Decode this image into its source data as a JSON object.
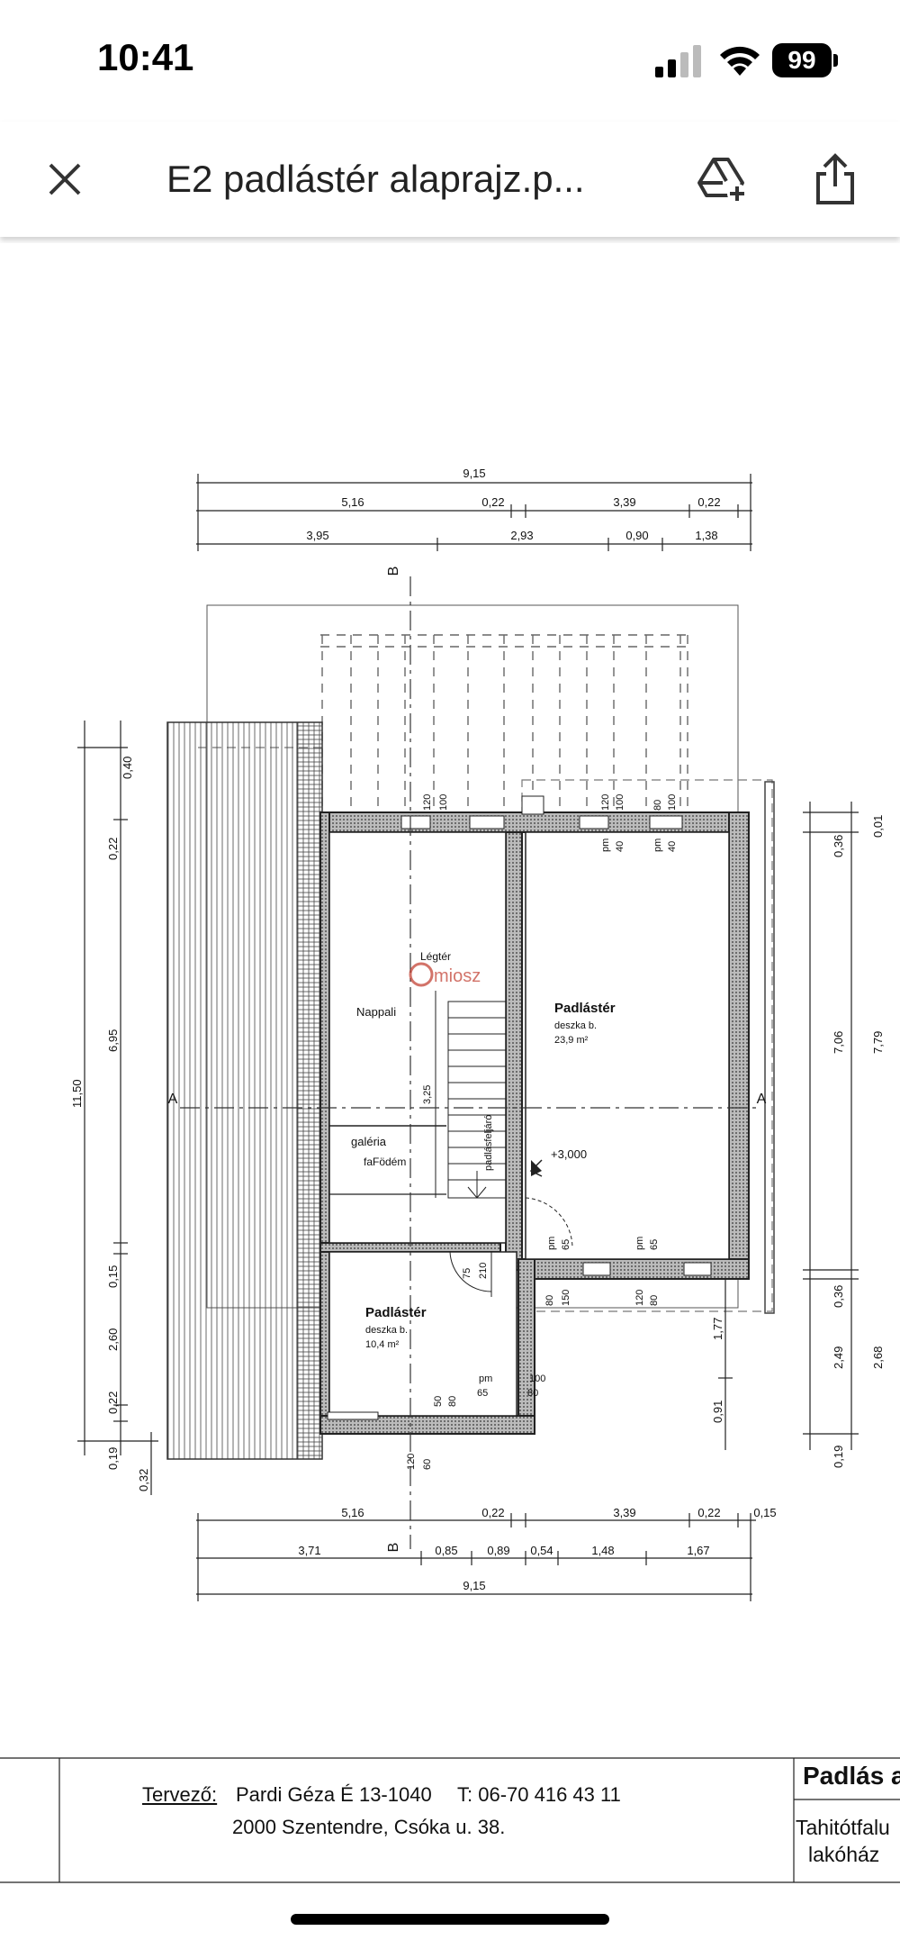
{
  "status_bar": {
    "time": "10:41",
    "battery": "99"
  },
  "header": {
    "title": "E2 padlástér alaprajz.p..."
  },
  "plan": {
    "dims_top": [
      "9,15",
      "5,16",
      "0,22",
      "3,39",
      "0,22",
      "3,95",
      "2,93",
      "0,90",
      "1,38"
    ],
    "dims_bottom": [
      "5,16",
      "0,22",
      "3,39",
      "0,22",
      "0,15",
      "3,71",
      "0,85",
      "0,89",
      "0,54",
      "1,48",
      "1,67",
      "9,15"
    ],
    "dims_left": [
      "0,40",
      "0,22",
      "6,95",
      "11,50",
      "0,15",
      "2,60",
      "0,22",
      "0,19",
      "0,32"
    ],
    "dims_right": [
      "0,36",
      "0,01",
      "7,06",
      "7,79",
      "0,36",
      "2,49",
      "2,68",
      "0,19",
      "1,77",
      "0,91"
    ],
    "section_labels": [
      "A",
      "A",
      "B",
      "B"
    ],
    "rooms": [
      {
        "name": "Nappali"
      },
      {
        "name": "Légtér"
      },
      {
        "name": "Padlástér",
        "floor": "deszka b.",
        "area": "23,9 m²"
      },
      {
        "name": "galéria",
        "sub": "faFödém"
      },
      {
        "name": "Padlástér",
        "floor": "deszka b.",
        "area": "10,4 m²"
      }
    ],
    "level": "+3,000",
    "stair_label": "padlásfeljáró",
    "small_dims": [
      "120",
      "100",
      "120",
      "100",
      "80",
      "100",
      "pm",
      "40",
      "pm",
      "40",
      "3,25",
      "75",
      "210",
      "pm",
      "65",
      "pm",
      "65",
      "80",
      "150",
      "120",
      "80",
      "pm",
      "65",
      "100",
      "80",
      "50",
      "80",
      "120",
      "60"
    ],
    "watermark": "miosz"
  },
  "title_block": {
    "designer_label": "Tervező:",
    "designer_name": "Pardi Géza É 13-1040",
    "phone": "T: 06-70 416 43 11",
    "address": "2000   Szentendre,  Csóka u. 38.",
    "project_title": "Padlás a",
    "location_line1": "Tahitótfalu",
    "location_line2": "lakóház"
  }
}
